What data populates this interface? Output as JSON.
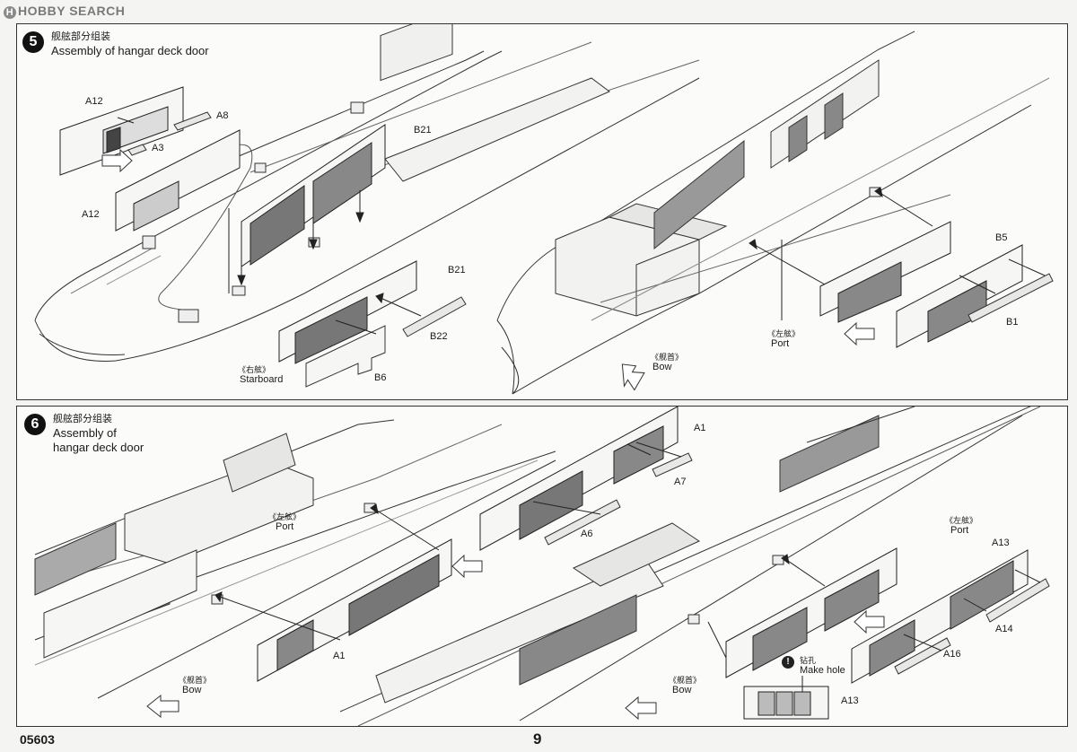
{
  "watermark": {
    "brand": "HOBBY SEARCH",
    "badge_glyph": "H"
  },
  "step5": {
    "number": "5",
    "title_cn": "舰舷部分组装",
    "title_en": "Assembly of hangar deck door",
    "parts": [
      "A12",
      "A8",
      "A3",
      "A12",
      "B21",
      "B21",
      "B22",
      "B6",
      "B5",
      "B1"
    ],
    "side_cn_starboard": "《右舷》",
    "side_en_starboard": "Starboard",
    "side_cn_port": "《左舷》",
    "side_en_port": "Port",
    "bow_cn": "《舰首》",
    "bow_en": "Bow"
  },
  "step6": {
    "number": "6",
    "title_cn": "舰舷部分组装",
    "title_en_line1": "Assembly of",
    "title_en_line2": "hangar deck door",
    "parts": [
      "A1",
      "A7",
      "A6",
      "A1",
      "A13",
      "A14",
      "A16",
      "A13"
    ],
    "side_cn_port_left": "《左舷》",
    "side_en_port_left": "Port",
    "side_cn_port_right": "《左舷》",
    "side_en_port_right": "Port",
    "bow_cn_left": "《舰首》",
    "bow_en_left": "Bow",
    "bow_cn_right": "《舰首》",
    "bow_en_right": "Bow",
    "make_hole_cn": "钻孔",
    "make_hole_en": "Make hole",
    "make_hole_icon": "!"
  },
  "footer": {
    "product_code": "05603",
    "page_number": "9"
  }
}
